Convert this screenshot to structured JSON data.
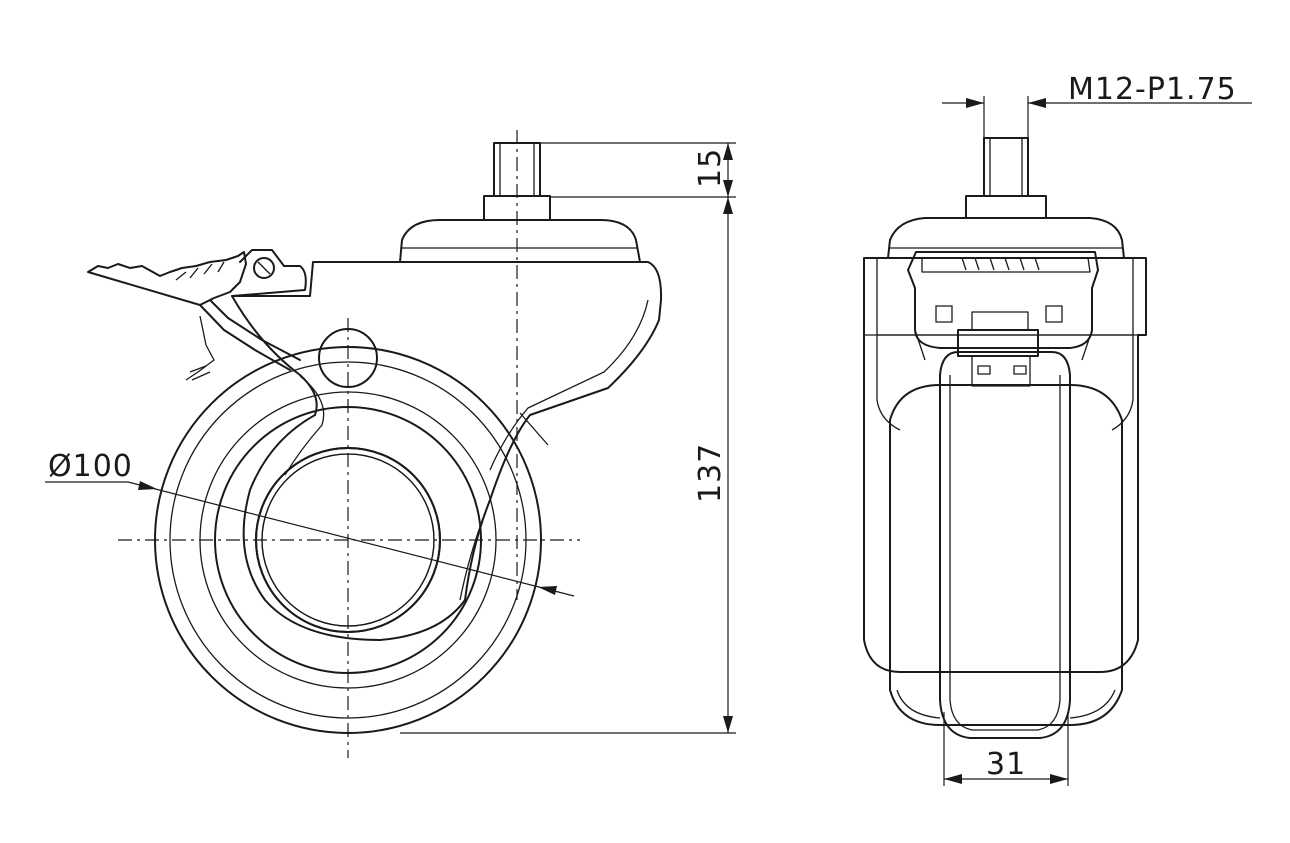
{
  "drawing": {
    "dimensions": {
      "thread": "M12-P1.75",
      "stem_length": "15",
      "overall_height": "137",
      "wheel_diameter": "Ø100",
      "wheel_width": "31"
    },
    "line_color": "#1a1a1a",
    "background": "#ffffff"
  }
}
